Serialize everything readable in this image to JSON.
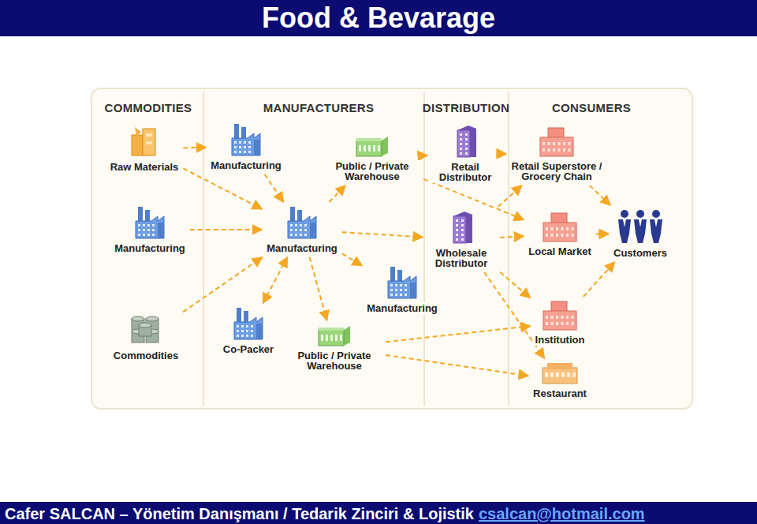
{
  "diagram": {
    "title": "Food & Bevarage",
    "nodes": [
      {
        "text": [
          "Raw Materials"
        ]
      },
      {
        "text": [
          "Manufacturing"
        ]
      },
      {
        "text": [
          "Public / Private Warehouse"
        ]
      },
      {
        "text": [
          "Retail Distributor"
        ]
      },
      {
        "text": [
          "Retail Superstore / Grocery Chain"
        ]
      },
      {
        "text": [
          "Manufacturing"
        ]
      },
      {
        "text": [
          "Manufacturing"
        ]
      },
      {
        "text": [
          "Wholesale Distributor"
        ]
      },
      {
        "text": [
          "Local Market"
        ]
      },
      {
        "text": [
          "Customers"
        ]
      },
      {
        "text": [
          "Commodities"
        ]
      },
      {
        "text": [
          "Co-Packer"
        ]
      },
      {
        "text": [
          "Public / Private Warehouse"
        ]
      },
      {
        "text": [
          "Manufacturing"
        ]
      },
      {
        "text": [
          "Institution"
        ]
      },
      {
        "text": [
          "Restaurant"
        ]
      }
    ],
    "edges": [
      {
        "from": 0,
        "to": 1,
        "arrow": "to"
      },
      {
        "from": 0,
        "to": 6,
        "arrow": "to"
      },
      {
        "from": 1,
        "to": 6,
        "arrow": "to"
      },
      {
        "from": 6,
        "to": 2,
        "arrow": "to"
      },
      {
        "from": 2,
        "to": 3,
        "arrow": "to"
      },
      {
        "from": 3,
        "to": 4,
        "arrow": "to"
      },
      {
        "from": 2,
        "to": 8,
        "arrow": "to"
      },
      {
        "from": 5,
        "to": 6,
        "arrow": "to"
      },
      {
        "from": 6,
        "to": 7,
        "arrow": "to"
      },
      {
        "from": 7,
        "to": 8,
        "arrow": "to"
      },
      {
        "from": 7,
        "to": 4,
        "arrow": "to"
      },
      {
        "from": 7,
        "to": 14,
        "arrow": "to"
      },
      {
        "from": 7,
        "to": 15,
        "arrow": "to"
      },
      {
        "from": 4,
        "to": 9,
        "arrow": "to"
      },
      {
        "from": 8,
        "to": 9,
        "arrow": "to"
      },
      {
        "from": 14,
        "to": 9,
        "arrow": "to"
      },
      {
        "from": 10,
        "to": 6,
        "arrow": "to"
      },
      {
        "from": 11,
        "to": 6,
        "arrow": "both"
      },
      {
        "from": 6,
        "to": 12,
        "arrow": "to"
      },
      {
        "from": 6,
        "to": 13,
        "arrow": "to"
      },
      {
        "from": 12,
        "to": 14,
        "arrow": "to"
      },
      {
        "from": 12,
        "to": 15,
        "arrow": "to"
      }
    ],
    "labels": [
      "COMMODITIES",
      "MANUFACTURERS",
      "DISTRIBUTION",
      "CONSUMERS",
      "Cafer SALCAN – Yönetim Danışmanı / Tedarik Zinciri & Lojistik",
      "csalcan@hotmail.com"
    ]
  }
}
